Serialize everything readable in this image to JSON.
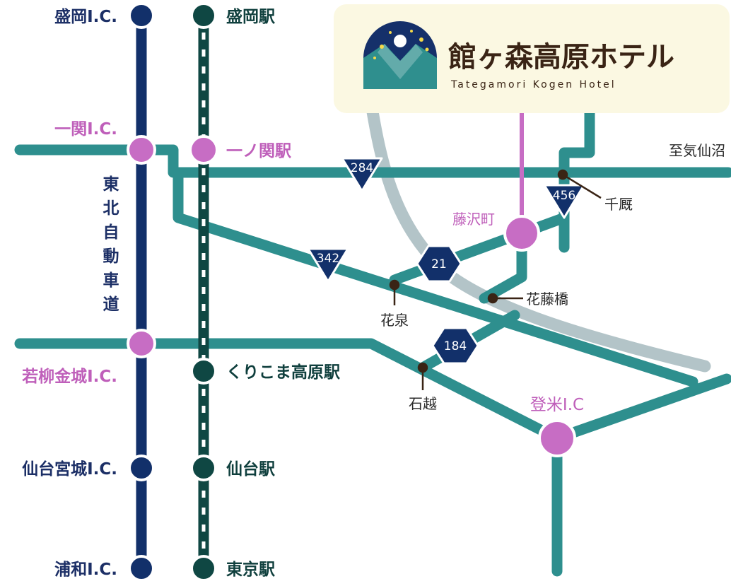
{
  "colors": {
    "expressway": "#12306a",
    "railway": "#0f4743",
    "road": "#2e8f8e",
    "river": "#b3c4c8",
    "highlight": "#c76dc4",
    "label_dark": "#1c2f66",
    "label_pink": "#bf5fba",
    "label_rail": "#0f3f3d",
    "label_plain": "#2a2a2a",
    "hotel_panel": "#fbf8e2",
    "hotel_text": "#3a2415"
  },
  "hotel": {
    "name": "館ヶ森高原ホテル",
    "name_en": "Tategamori Kogen Hotel",
    "logo": "night-sky-mountain-logo"
  },
  "expressway": {
    "name": "東北自動車道",
    "interchanges": [
      "盛岡I.C.",
      "一関I.C.",
      "若柳金城I.C.",
      "仙台宮城I.C.",
      "浦和I.C."
    ]
  },
  "railway": {
    "stations": [
      "盛岡駅",
      "一ノ関駅",
      "くりこま高原駅",
      "仙台駅",
      "東京駅"
    ]
  },
  "routes": [
    "284",
    "456",
    "342",
    "21",
    "184"
  ],
  "places": [
    "至気仙沼",
    "千厩",
    "藤沢町",
    "花泉",
    "花藤橋",
    "石越",
    "登米I.C"
  ]
}
